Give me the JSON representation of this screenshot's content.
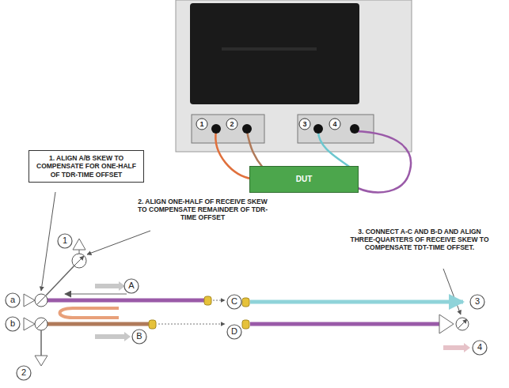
{
  "diagram": {
    "nodes": [
      {
        "text": [
          "1. ALIGN A/B SKEW TO COMPENSATE FOR ONE-HALF OF TDR-TIME OFFSET"
        ]
      },
      {
        "text": [
          "DUT"
        ]
      }
    ],
    "labels": [
      "1",
      "2",
      "3",
      "4",
      "2. ALIGN ONE-HALF OF RECEIVE SKEW TO COMPENSATE REMAINDER OF TDR-TIME OFFSET",
      "1",
      "a",
      "A",
      "C",
      "3. CONNECT A-C AND B-D AND ALIGN THREE-QUARTERS OF RECEIVE SKEW TO COMPENSATE TDT-TIME OFFSET.",
      "3",
      "b",
      "B",
      "D",
      "2",
      "4"
    ]
  }
}
